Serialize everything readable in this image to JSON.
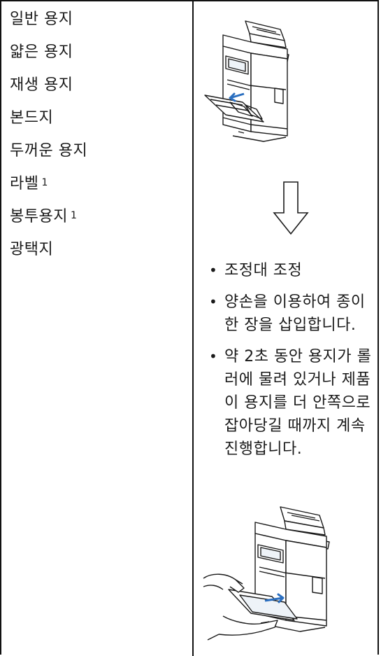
{
  "paper_types": [
    {
      "label": "일반 용지",
      "footnote": ""
    },
    {
      "label": "얇은 용지",
      "footnote": ""
    },
    {
      "label": "재생 용지",
      "footnote": ""
    },
    {
      "label": "본드지",
      "footnote": ""
    },
    {
      "label": "두꺼운 용지",
      "footnote": ""
    },
    {
      "label": "라벨",
      "footnote": "1"
    },
    {
      "label": "봉투용지",
      "footnote": "1"
    },
    {
      "label": "광택지",
      "footnote": ""
    }
  ],
  "steps": [
    "조정대 조정",
    "양손을 이용하여 종이 한 장을 삽입합니다.",
    "약 2초 동안 용지가 롤러에 물려 있거나 제품이 용지를 더 안쪽으로 잡아당길 때까지 계속 진행합니다."
  ],
  "icons": {
    "printer_top": "printer-manual-feed-illustration",
    "arrow": "down-arrow-icon",
    "printer_bottom": "printer-insert-paper-illustration"
  },
  "colors": {
    "border": "#111111",
    "text": "#1a1a1a",
    "accent_arrow": "#2b6fc0"
  }
}
